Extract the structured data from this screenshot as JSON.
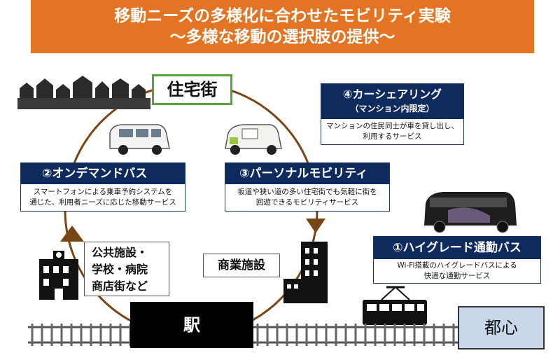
{
  "title": {
    "line1": "移動ニーズの多様化に合わせたモビリティ実験",
    "line2": "～多様な移動の選択肢の提供～"
  },
  "residential": {
    "label": "住宅街"
  },
  "car_share": {
    "heading": "④カーシェアリング",
    "subheading": "（マンション内限定）",
    "desc_line1": "マンションの住民同士が車を貸し出し、",
    "desc_line2": "利用するサービス"
  },
  "on_demand": {
    "heading": "②オンデマンドバス",
    "desc_line1": "スマートフォンによる乗車予約システムを",
    "desc_line2": "通じた、利用者ニーズに応じた移動サービス"
  },
  "personal": {
    "heading": "③パーソナルモビリティ",
    "desc_line1": "坂道や狭い道の多い住宅街でも気軽に街を",
    "desc_line2": "回遊できるモビリティサービス"
  },
  "highgrade": {
    "heading": "①ハイグレード通勤バス",
    "desc_line1": "Wi-Fi搭載のハイグレードバスによる",
    "desc_line2": "快適な通勤サービス"
  },
  "public_facilities": {
    "line1": "公共施設・",
    "line2": "学校・病院",
    "line3": "商店街など"
  },
  "commercial": {
    "label": "商業施設"
  },
  "station": {
    "label": "駅"
  },
  "city_center": {
    "label": "都心"
  },
  "colors": {
    "banner": "#e27424",
    "navy": "#0f2a5c",
    "green": "#5aa33a",
    "arrow": "#7a4514",
    "city_center_bg": "#c8d7ea"
  }
}
